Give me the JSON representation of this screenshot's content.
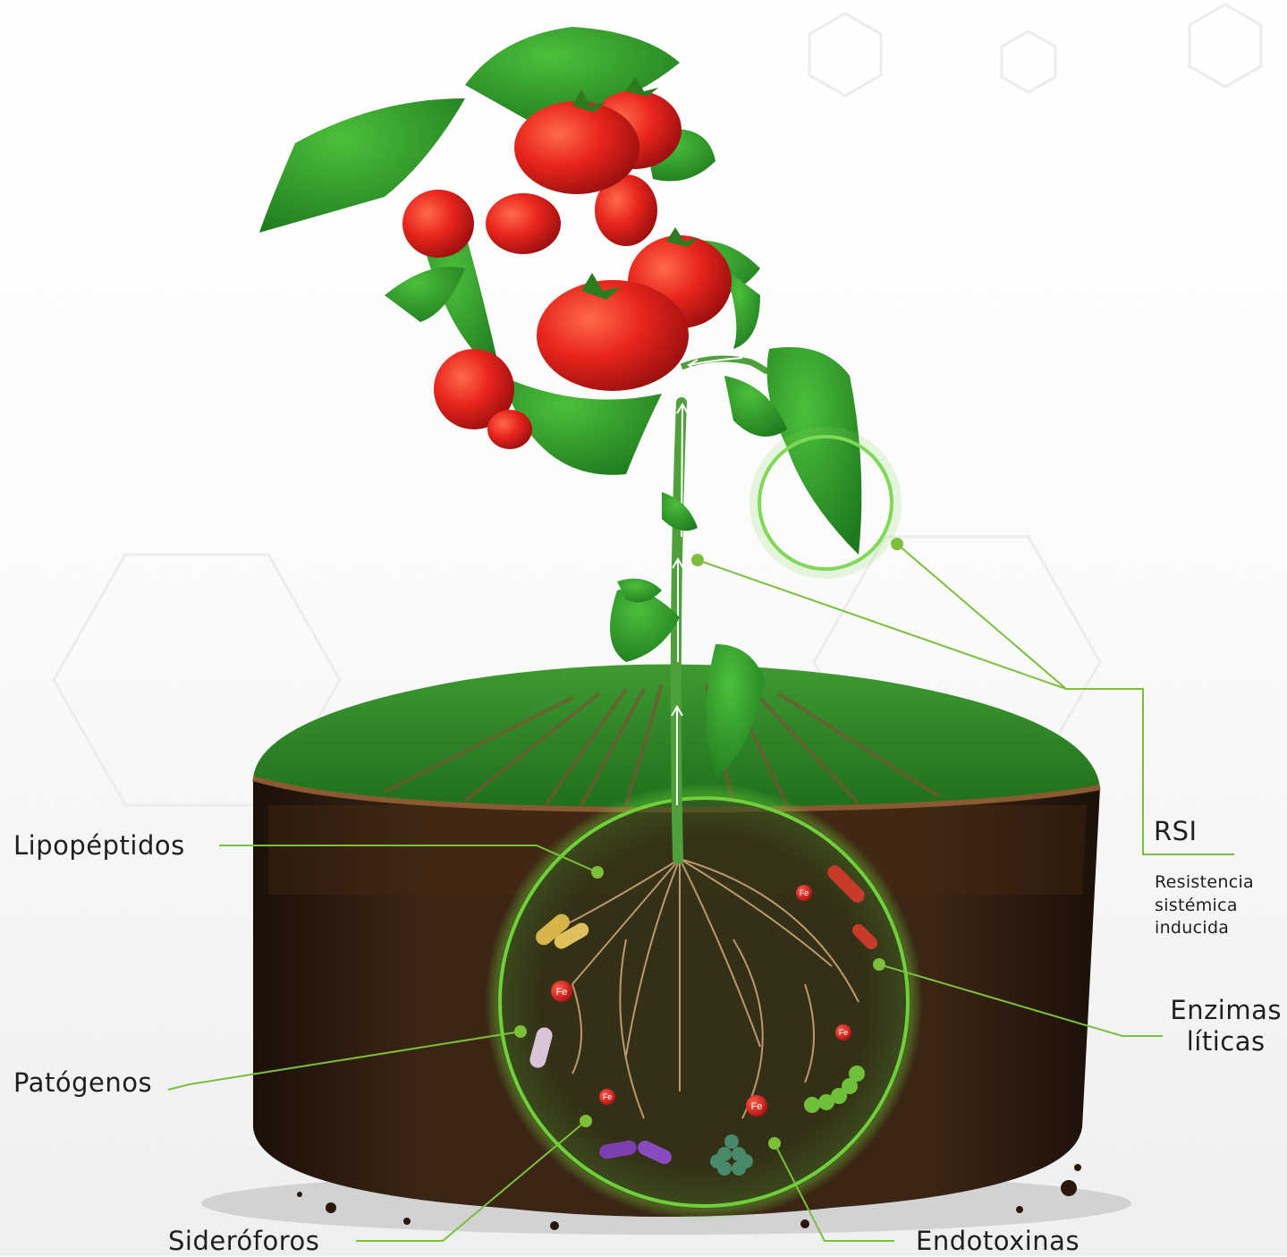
{
  "labels": {
    "lipopeptidos": "Lipopéptidos",
    "patogenos": "Patógenos",
    "sideroforos": "Sideróforos",
    "endotoxinas": "Endotoxinas",
    "enzimas_line1": "Enzimas",
    "enzimas_line2": "líticas",
    "rsi": "RSI",
    "rsi_desc_line1": "Resistencia",
    "rsi_desc_line2": "sistémica",
    "rsi_desc_line3": "inducida"
  },
  "iron_badge": "Fe",
  "colors": {
    "leader_line": "#7bbf3a",
    "highlight_ring": "#6fd13a",
    "grass": "#2f8a2a",
    "soil": "#3a2414",
    "tomato": "#e8251c",
    "leaf": "#2e9a2a",
    "iron_badge": "#d81f1f"
  }
}
